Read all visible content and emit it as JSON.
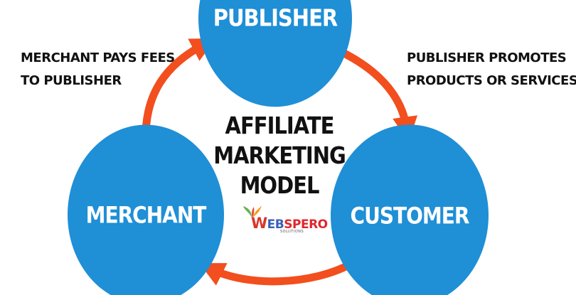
{
  "nodes": {
    "publisher": "PUBLISHER",
    "merchant": "MERCHANT",
    "customer": "CUSTOMER"
  },
  "edges": {
    "merchant_to_publisher": [
      "MERCHANT PAYS FEES",
      "TO PUBLISHER"
    ],
    "publisher_to_customer": [
      "PUBLISHER PROMOTES",
      "PRODUCTS OR SERVICES"
    ]
  },
  "center_title": [
    "AFFILIATE",
    "MARKETING",
    "MODEL"
  ],
  "logo": {
    "letter_w": "W",
    "part_eb": "EB",
    "part_spero": "SPERO",
    "tagline": "SOLUTIONS"
  },
  "colors": {
    "node_fill": "#1f8fd6",
    "arrow": "#f24e1e",
    "text": "#111111"
  }
}
